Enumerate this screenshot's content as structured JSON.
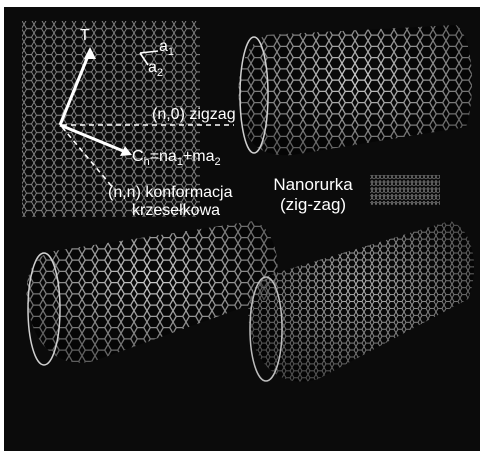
{
  "lattice_diagram": {
    "vector_t": "T",
    "basis_a1": {
      "letter": "a",
      "index": "1"
    },
    "basis_a2": {
      "letter": "a",
      "index": "2"
    },
    "zigzag_label": "(n,0) zigzag",
    "chiral_vector": {
      "letter": "C",
      "index": "h",
      "equals": "=na",
      "index1": "1",
      "plus": "+ma",
      "index2": "2"
    },
    "armchair_label_line1": "(n,n) konformacja",
    "armchair_label_line2": "krzesełkowa"
  },
  "nanotube_caption": {
    "line1": "Nanorurka",
    "line2": "(zig-zag)"
  },
  "colors": {
    "background": "#0b0b0b",
    "tube_mesh": "#cfcfcf",
    "lattice_mesh": "#8a8a8a",
    "text": "#ffffff"
  }
}
